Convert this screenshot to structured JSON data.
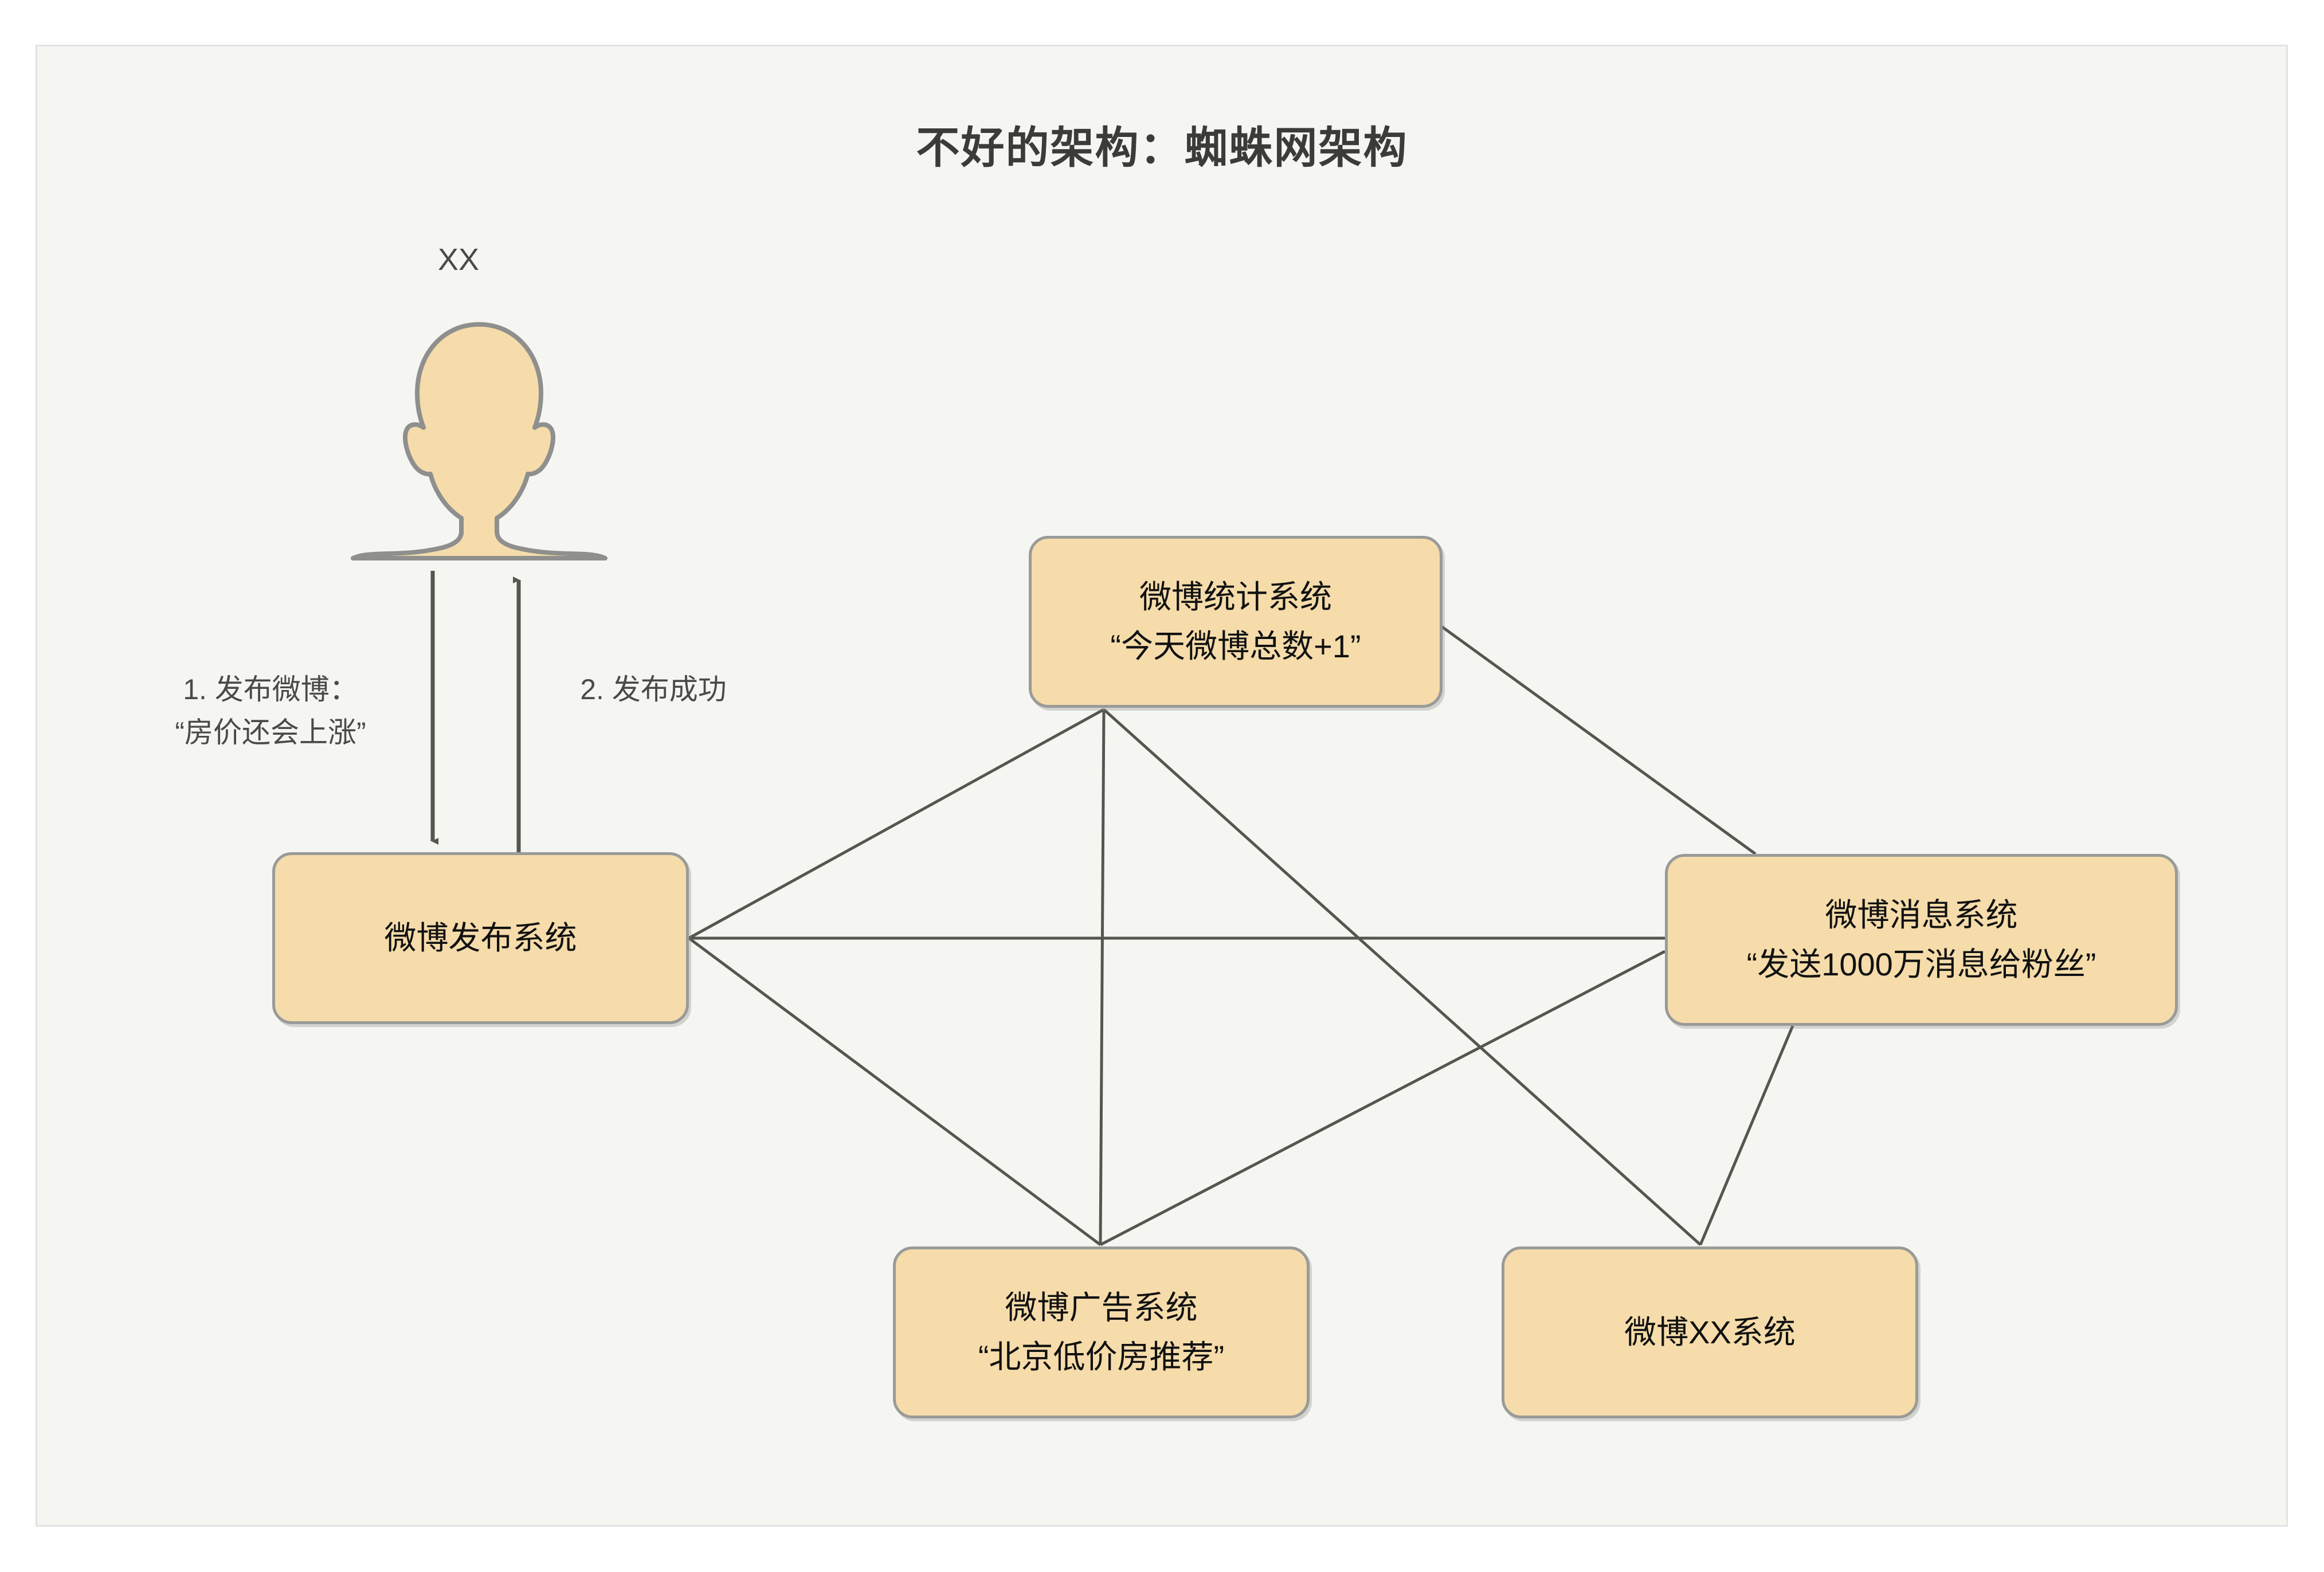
{
  "diagram": {
    "title": "不好的架构：蜘蛛网架构",
    "background_color": "#f5f6f1",
    "node_fill_color": "#f5dcaa",
    "node_border_color": "#9a9a99",
    "edge_color": "#56564f",
    "text_color": "#111111"
  },
  "actor": {
    "label": "XX",
    "icon": "person-avatar-icon"
  },
  "flow_labels": {
    "step1_line1": "1. 发布微博：",
    "step1_line2": "“房价还会上涨”",
    "step2": "2. 发布成功"
  },
  "nodes": {
    "publish": {
      "line1": "微博发布系统",
      "line2": ""
    },
    "stats": {
      "line1": "微博统计系统",
      "line2": "“今天微博总数+1”"
    },
    "message": {
      "line1": "微博消息系统",
      "line2": "“发送1000万消息给粉丝”"
    },
    "ads": {
      "line1": "微博广告系统",
      "line2": "“北京低价房推荐”"
    },
    "xx": {
      "line1": "微博XX系统",
      "line2": ""
    }
  },
  "connections": [
    {
      "from": "actor",
      "to": "publish",
      "arrow": "down",
      "label": "1. 发布微博：“房价还会上涨”"
    },
    {
      "from": "publish",
      "to": "actor",
      "arrow": "up",
      "label": "2. 发布成功"
    },
    {
      "from": "publish",
      "to": "stats",
      "arrow": "none",
      "label": ""
    },
    {
      "from": "publish",
      "to": "message",
      "arrow": "none",
      "label": ""
    },
    {
      "from": "publish",
      "to": "ads",
      "arrow": "none",
      "label": ""
    },
    {
      "from": "stats",
      "to": "message",
      "arrow": "none",
      "label": ""
    },
    {
      "from": "stats",
      "to": "ads",
      "arrow": "none",
      "label": ""
    },
    {
      "from": "stats",
      "to": "xx",
      "arrow": "none",
      "label": ""
    },
    {
      "from": "message",
      "to": "ads",
      "arrow": "none",
      "label": ""
    },
    {
      "from": "message",
      "to": "xx",
      "arrow": "none",
      "label": ""
    }
  ]
}
